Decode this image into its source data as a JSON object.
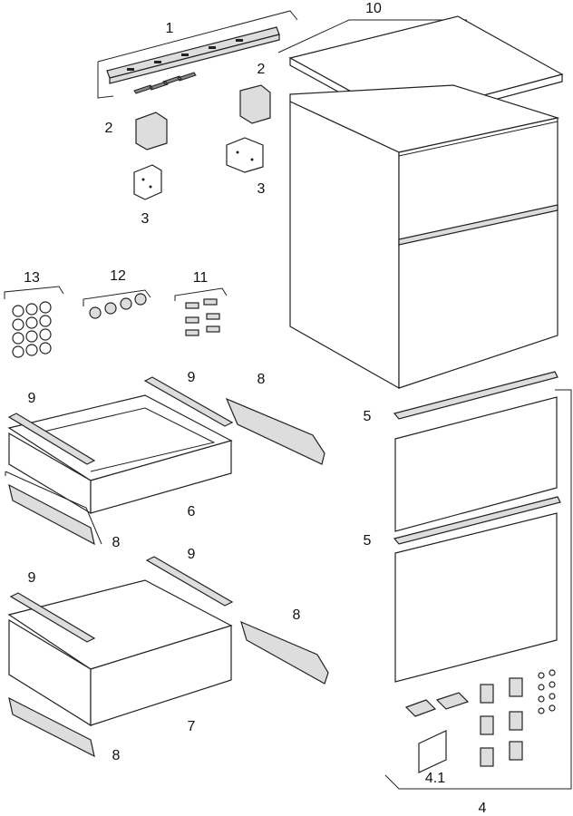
{
  "diagram": {
    "labels": {
      "part_1": "1",
      "part_2a": "2",
      "part_2b": "2",
      "part_3a": "3",
      "part_3b": "3",
      "part_10": "10",
      "part_13": "13",
      "part_12": "12",
      "part_11": "11",
      "part_9a": "9",
      "part_9b": "9",
      "part_8a": "8",
      "part_6": "6",
      "part_8b": "8",
      "part_5a": "5",
      "part_5b": "5",
      "part_9c": "9",
      "part_9d": "9",
      "part_8c": "8",
      "part_7": "7",
      "part_8d": "8",
      "part_4_1": "4.1",
      "part_4": "4"
    }
  }
}
